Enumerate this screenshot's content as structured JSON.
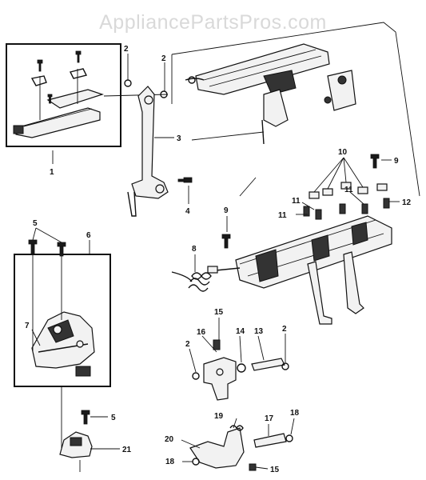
{
  "watermark": "AppliancePartsPros.com",
  "callouts": [
    {
      "id": "c2a",
      "label": "2"
    },
    {
      "id": "c2b",
      "label": "2"
    },
    {
      "id": "c3",
      "label": "3"
    },
    {
      "id": "c1",
      "label": "1"
    },
    {
      "id": "c4",
      "label": "4"
    },
    {
      "id": "c10",
      "label": "10"
    },
    {
      "id": "c9a",
      "label": "9"
    },
    {
      "id": "c11a",
      "label": "11"
    },
    {
      "id": "c11b",
      "label": "11"
    },
    {
      "id": "c11c",
      "label": "11"
    },
    {
      "id": "c12",
      "label": "12"
    },
    {
      "id": "c9b",
      "label": "9"
    },
    {
      "id": "c5a",
      "label": "5"
    },
    {
      "id": "c6",
      "label": "6"
    },
    {
      "id": "c8",
      "label": "8"
    },
    {
      "id": "c7",
      "label": "7"
    },
    {
      "id": "c15a",
      "label": "15"
    },
    {
      "id": "c16",
      "label": "16"
    },
    {
      "id": "c14",
      "label": "14"
    },
    {
      "id": "c13",
      "label": "13"
    },
    {
      "id": "c2c",
      "label": "2"
    },
    {
      "id": "c2d",
      "label": "2"
    },
    {
      "id": "c5b",
      "label": "5"
    },
    {
      "id": "c21",
      "label": "21"
    },
    {
      "id": "c19",
      "label": "19"
    },
    {
      "id": "c17",
      "label": "17"
    },
    {
      "id": "c18a",
      "label": "18"
    },
    {
      "id": "c20",
      "label": "20"
    },
    {
      "id": "c18b",
      "label": "18"
    },
    {
      "id": "c15b",
      "label": "15"
    }
  ]
}
